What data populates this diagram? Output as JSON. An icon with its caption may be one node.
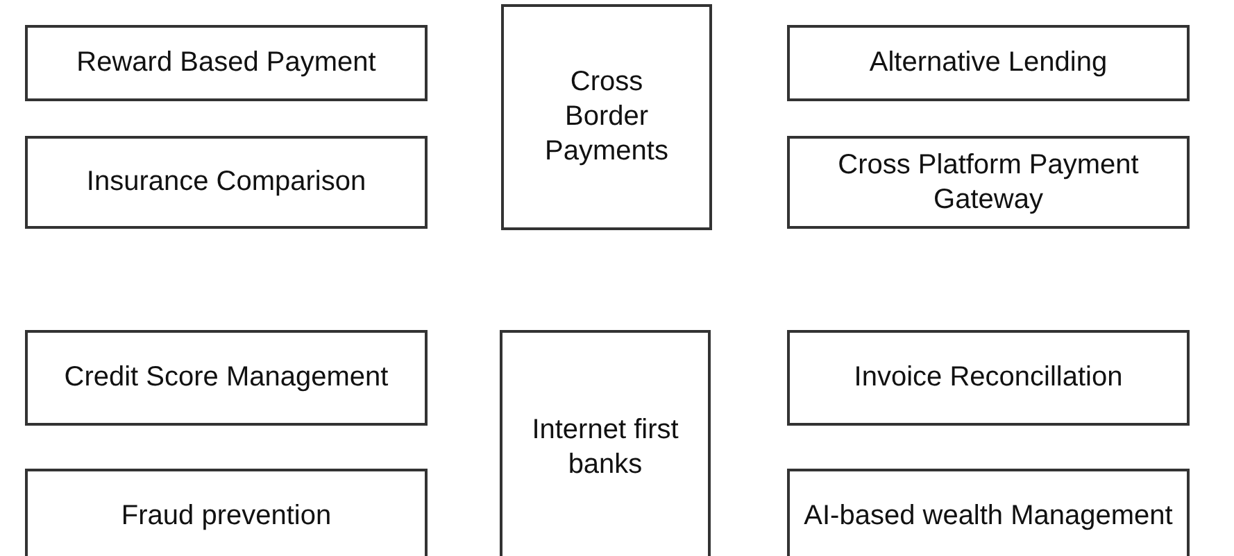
{
  "diagram": {
    "nodes": [
      {
        "text": [
          "Reward Based Payment"
        ]
      },
      {
        "text": [
          "Insurance Comparison"
        ]
      },
      {
        "text": [
          "Cross Border Payments"
        ]
      },
      {
        "text": [
          "Alternative Lending"
        ]
      },
      {
        "text": [
          "Cross Platform Payment Gateway"
        ]
      },
      {
        "text": [
          "Credit Score Management"
        ]
      },
      {
        "text": [
          "Fraud prevention"
        ]
      },
      {
        "text": [
          "Internet first banks"
        ]
      },
      {
        "text": [
          "Invoice Reconcillation"
        ]
      },
      {
        "text": [
          "AI-based wealth Management"
        ]
      }
    ],
    "edges": []
  }
}
